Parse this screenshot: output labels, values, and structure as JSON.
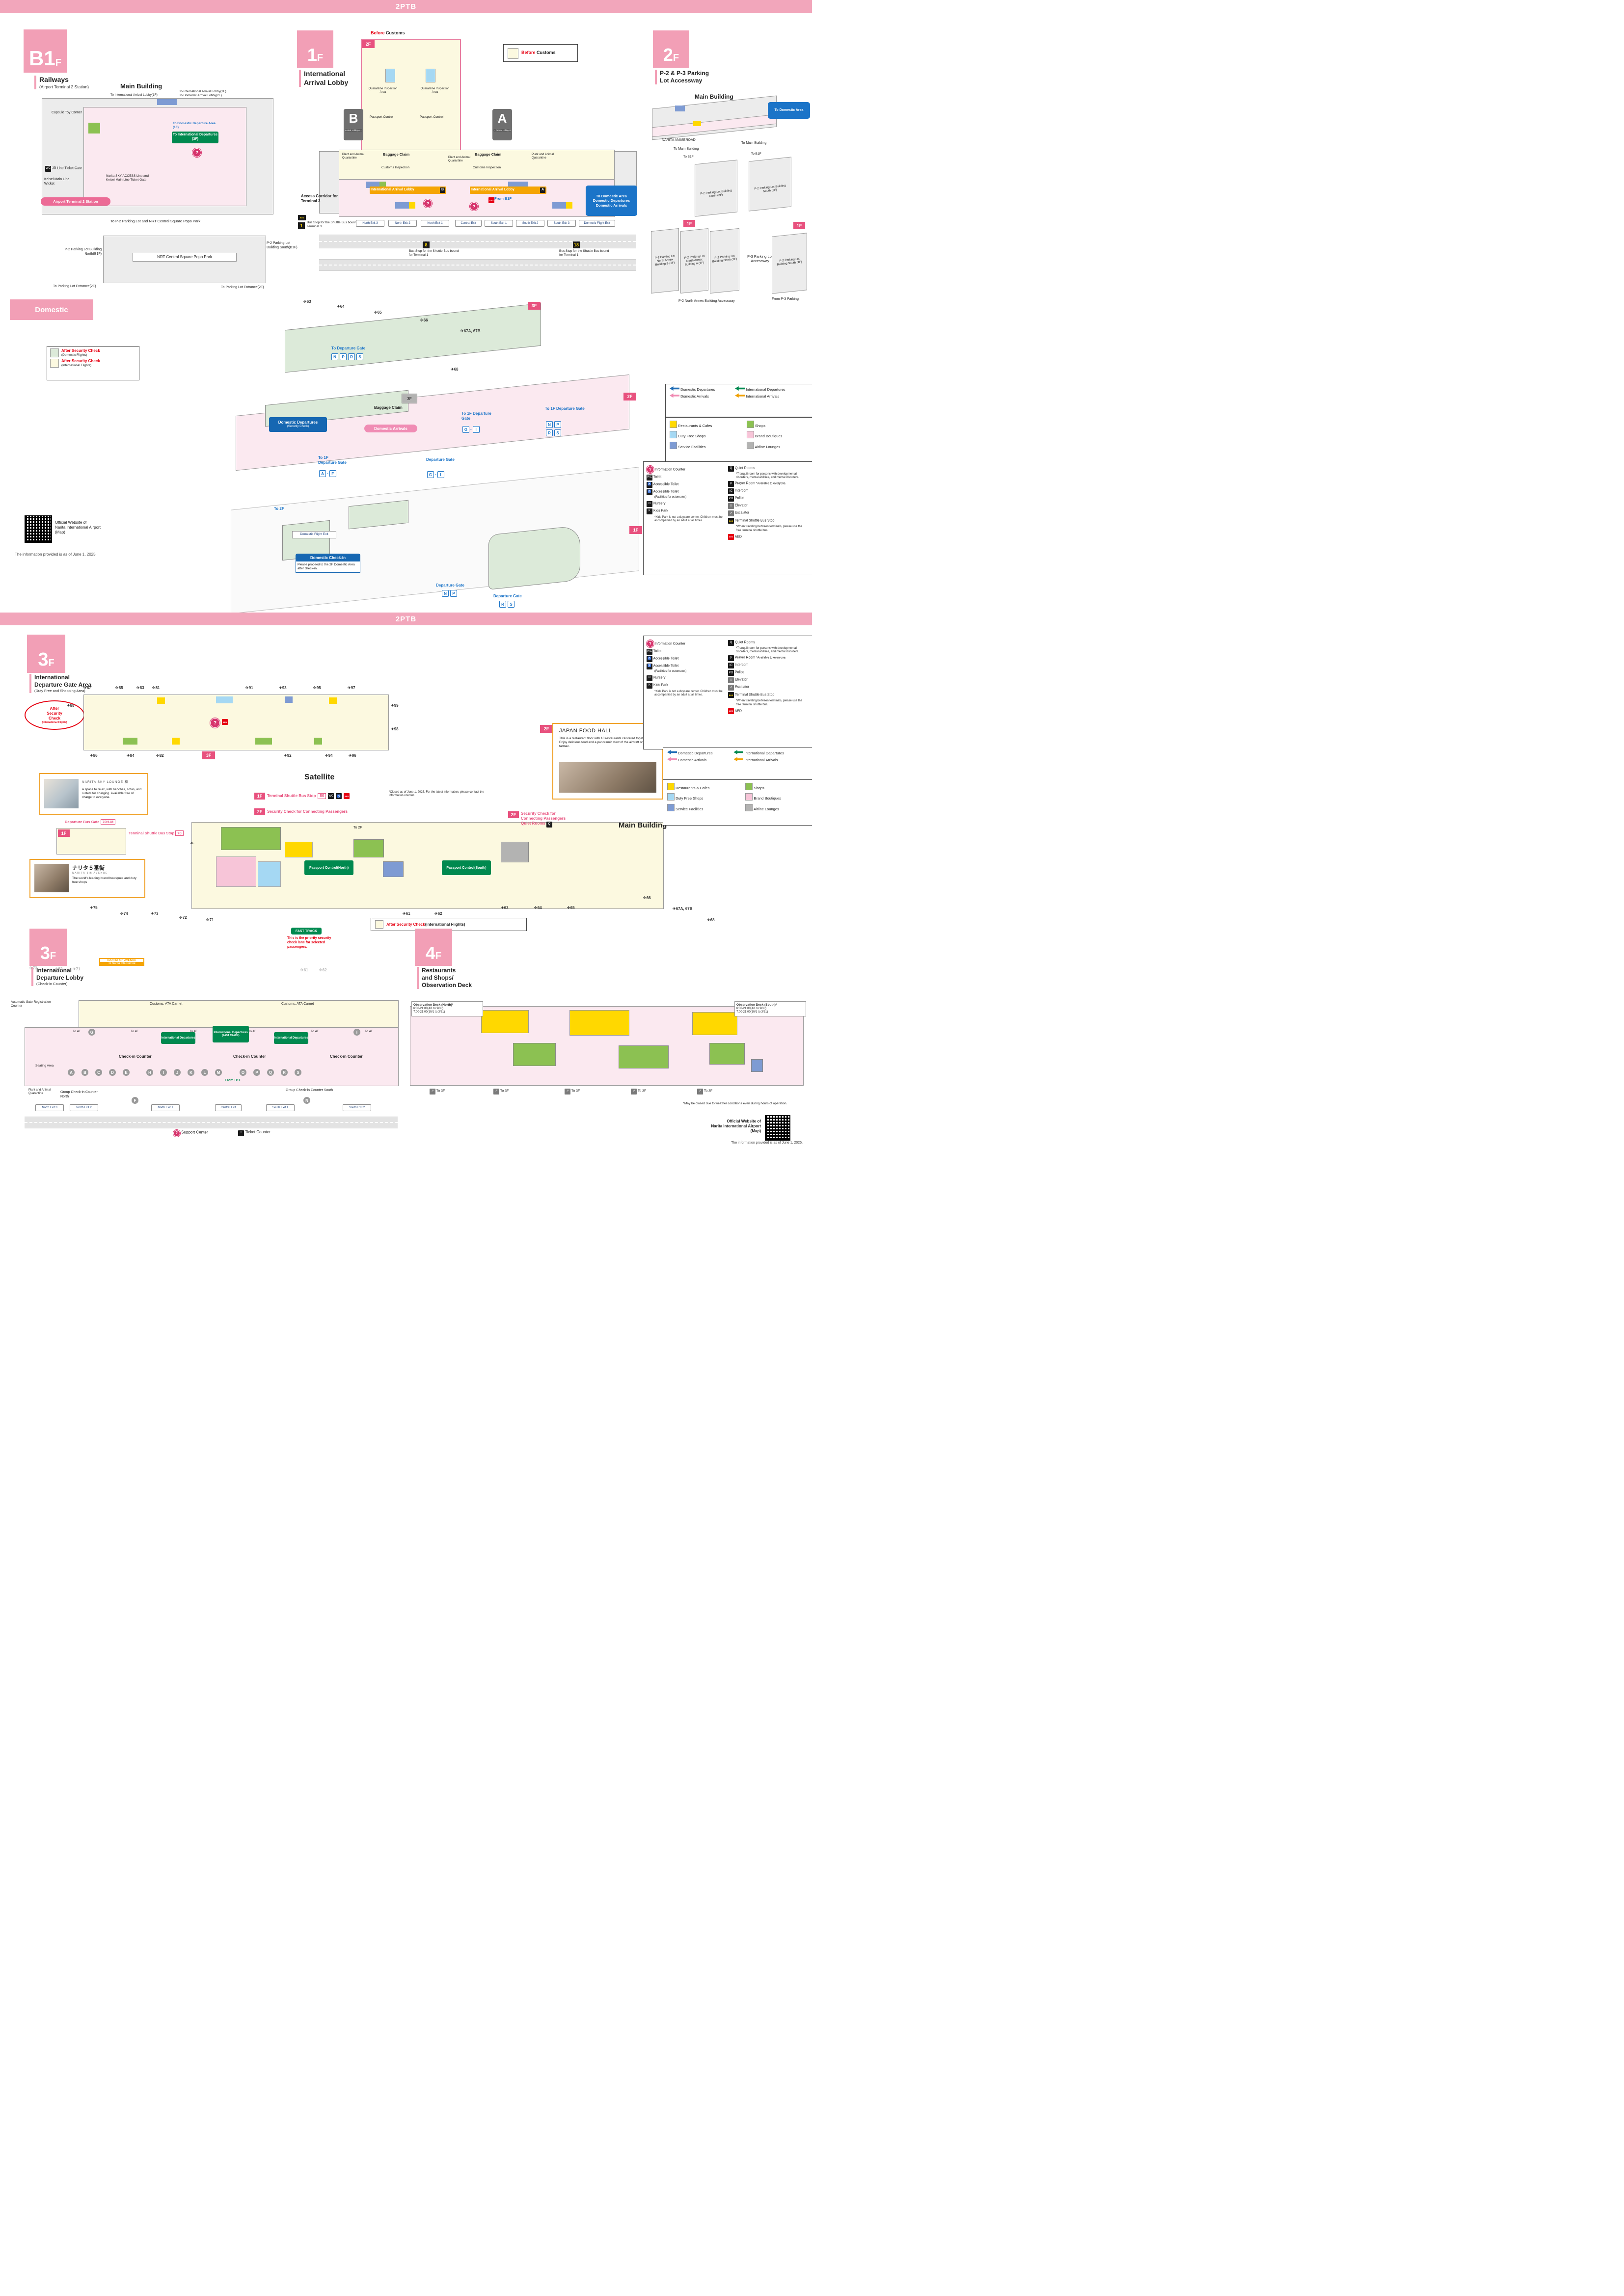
{
  "page": {
    "bar": "2PTB",
    "date_note": "The information provided is as of June 1, 2025.",
    "qr_caption_1": "Official Website of",
    "qr_caption_2": "Narita International Airport",
    "qr_caption_3": "(Map)"
  },
  "b1f": {
    "badge": "B1",
    "badge_f": "F",
    "title": "Railways",
    "subtitle": "(Airport Terminal 2 Station)",
    "main_building": "Main Building",
    "to_intl_arrival": "To International Arrival Lobby(1F)",
    "to_arrival_combo_1": "To International Arrival Lobby(1F)",
    "to_arrival_combo_2": "To Domestic Arrival Lobby(2F)",
    "capsule": "Capsule Toy Corner",
    "to_dom_dep": "To Domestic Departure Area  (1F)",
    "to_intl_dep": "To International Departures (3F)",
    "jr": "JR Line Ticket Gate",
    "keisei": "Keisei Main Line Wicket",
    "sky": "Narita SKY ACCESS Line and Keisei Main Line Ticket Gate",
    "station": "Airport Terminal 2 Station",
    "to_p2": "To P-2 Parking Lot and NRT Central Square Popo Park",
    "park": "NRT Central Square Popo Park",
    "p2_north": "P-2 Parking Lot Building North(B1F)",
    "p2_south": "P-2 Parking Lot Building South(B1F)",
    "entrance_l": "To Parking Lot Entrance(2F)",
    "entrance_r": "To Parking Lot Entrance(2F)"
  },
  "f1": {
    "badge": "1",
    "badge_f": "F",
    "title_1": "International",
    "title_2": "Arrival Lobby",
    "bc_red": "Before",
    "bc_black": " Customs",
    "inset_tag": "2F",
    "quarantine": "Quarantine Inspection Area",
    "passport": "Passport Control",
    "sign_b": "B",
    "sign_b_sub": "Arrival Lobby A→",
    "sign_a": "A",
    "sign_a_sub": "←Arrival Lobby B",
    "paq": "Plant and Animal Quarantine",
    "baggage": "Baggage Claim",
    "customs": "Customs Inspection",
    "lobby": "International Arrival Lobby",
    "tag_b": "B",
    "tag_a": "A",
    "from_b1f": "From B1F",
    "to_dom_1": "To Domestic Area",
    "to_dom_2": "Domestic Departures",
    "to_dom_3": "Domestic Arrivals",
    "access": "Access Corridor for Terminal 3",
    "bus1": "1",
    "bus1_label": "Bus Stop for the Shuttle Bus bound for Terminal 3",
    "bus8": "8",
    "bus18": "18",
    "bus_t1_label": "Bus Stop for the Shuttle Bus bound for Terminal 1",
    "exits": [
      "North Exit 3",
      "North Exit 2",
      "North Exit 1",
      "Central Exit",
      "South Exit 1",
      "South Exit 2",
      "South Exit 3",
      "Domestic Flight Exit"
    ]
  },
  "f2": {
    "badge": "2",
    "badge_f": "F",
    "title_1": "P-2 & P-3 Parking",
    "title_2": "Lot Accessway",
    "main_building": "Main Building",
    "to_domestic_area": "To Domestic Area",
    "animeroad": "NARITA ANIMEROAD",
    "to_main_l": "To Main Building",
    "to_main_r": "To Main Building",
    "to_b1f_l": "To B1F",
    "to_b1f_r": "To B1F",
    "p2_north_2f": "P-2 Parking Lot Building North (2F)",
    "p2_south_2f": "P-2 Parking Lot Building South (2F)",
    "tag_1f_l": "1F",
    "tag_1f_r": "1F",
    "annex_b": "P-2 Parking Lot North Annex Building B (1F)",
    "annex_a": "P-2 Parking Lot North Annex Building A (1F)",
    "p2_north_1f": "P-2 Parking Lot Building North (1F)",
    "annex_accessway": "P-2 North Annex Building Accessway",
    "p3_accessway": "P-3 Parking Lot Accessway",
    "p2_south_1f": "P-2 Parking Lot Building South (1F)",
    "from_p3": "From P-3 Parking"
  },
  "domestic": {
    "badge": "Domestic",
    "legend": [
      {
        "label_red": "After Security Check",
        "label_black": "(Domestic Flights)",
        "color": "#dcead9"
      },
      {
        "label_red": "After Security Check",
        "label_black": "(International Flights)",
        "color": "#fcf9e0"
      }
    ],
    "tag_3f": "3F",
    "tag_2f": "2F",
    "tag_1f": "1F",
    "box_3f": "3F",
    "gates": [
      "✈63",
      "✈64",
      "✈65",
      "✈66",
      "✈67A, 67B",
      "✈68"
    ],
    "to_dep_gate": "To Departure Gate",
    "nprs": [
      "N",
      "P",
      "R",
      "S"
    ],
    "gi": [
      "G",
      "I"
    ],
    "af": [
      "A",
      "F"
    ],
    "np": [
      "N",
      "P"
    ],
    "rs": [
      "R",
      "S"
    ],
    "baggage": "Baggage Claim",
    "dom_dep_1": "Domestic Departures",
    "dom_dep_2": "(Security Check)",
    "dom_arr": "Domestic Arrivals",
    "to_1f_gate": "To 1F Departure Gate",
    "to_1f": "To 1F",
    "dep_gate": "Departure Gate",
    "to_2f": "To 2F",
    "dom_flight_exit": "Domestic Flight Exit",
    "checkin_title": "Domestic Check-in",
    "checkin_body": "Please proceed to the 2F Domestic Area after check-in."
  },
  "legend_arrows": {
    "items": [
      {
        "color": "#1f6cb5",
        "label": "Domestic Departures"
      },
      {
        "color": "#00894f",
        "label": "International Departures"
      },
      {
        "color": "#f08cb4",
        "label": "Domestic Arrivals"
      },
      {
        "color": "#f0a000",
        "label": "International Arrivals"
      }
    ]
  },
  "legend_colors": {
    "items": [
      {
        "color": "#ffd800",
        "label": "Restaurants & Cafes"
      },
      {
        "color": "#8cc152",
        "label": "Shops"
      },
      {
        "color": "#a5d8f3",
        "label": "Duty Free Shops"
      },
      {
        "color": "#f7c5d8",
        "label": "Brand Boutiques"
      },
      {
        "color": "#7e9bd3",
        "label": "Service Facilities"
      },
      {
        "color": "#b3b3b2",
        "label": "Airline Lounges"
      }
    ]
  },
  "legend_fac": {
    "info": "Information Counter",
    "toilet": "Toilet",
    "acc": "Accessible Toilet",
    "acc2": "Accessible Toilet",
    "acc2_note": "(Facilities for ostomates)",
    "nursery": "Nursery",
    "kids": "Kids Park",
    "kids_note": "*Kids Park is not a daycare center. Children must be accompanied by an adult at all times.",
    "quiet": "Quiet Rooms",
    "quiet_note": "*Tranquil room for persons with developmental disorders, mental abilities, and mental disorders.",
    "prayer": "Prayer Room",
    "prayer_note": "*Available to everyone.",
    "intercom": "Intercom",
    "police": "Police",
    "elevator": "Elevator",
    "escalator": "Escalator",
    "shuttle": "Terminal Shuttle Bus Stop",
    "shuttle_note": "*When traveling between terminals, please use the free terminal shuttle bus.",
    "aed": "AED"
  },
  "f3gate": {
    "badge": "3",
    "badge_f": "F",
    "title_1": "International",
    "title_2": "Departure Gate Area",
    "title_3": "(Duty Free and Shopping Area)",
    "oval_1": "After",
    "oval_2": "Security",
    "oval_3": "Check",
    "oval_4": "(International Flights)",
    "satellite": "Satellite",
    "tag_3f": "3F",
    "tag_2f": "2F",
    "tag_2f_b": "2F",
    "tag_1f": "1F",
    "gates_top": [
      "✈87",
      "✈85",
      "✈83",
      "✈81",
      "✈91",
      "✈93",
      "✈95",
      "✈97"
    ],
    "gate_88": "✈88",
    "gate_99": "✈99",
    "gate_98": "✈98",
    "gates_bottom": [
      "✈86",
      "✈84",
      "✈82",
      "✈92",
      "✈94",
      "✈96"
    ],
    "lounge_name": "NARITA SKY LOUNGE 和",
    "lounge_body": "A space to relax, with benches, sofas, and outlets for charging. Available free of charge to everyone.",
    "dep_bus_gate": "Departure Bus Gate",
    "dep_bus_gate_no": "70H-M",
    "shuttle70": "Terminal Shuttle Bus Stop",
    "shuttle70_no": "70",
    "shuttle80_tag": "1F",
    "shuttle80": "Terminal Shuttle Bus Stop",
    "shuttle80_no": "80",
    "shuttle80_note": "*Closed as of June 1, 2025. For the latest information, please contact the information counter.",
    "sec2f_tag": "2F",
    "sec2f": "Security Check for Connecting Passengers",
    "foodhall_title": "JAPAN FOOD HALL",
    "foodhall_body": "This is a restaurant floor with 10 restaurants clustered together. Enjoy delicious food and a panoramic view of the aircraft on the tarmac.",
    "narita5_jp": "ナリタ５番街",
    "narita5_en": "NARITA 5th AVENUE",
    "narita5_body": "The world's leading brand boutiques and duty free shops",
    "sec2f2_tag": "2F",
    "sec2f2_1": "Security Check for",
    "sec2f2_2": "Connecting Passengers",
    "sec2f2_3": "Quiet Rooms",
    "to_2f": "To 2F",
    "label_4f": "4F",
    "main_building": "Main Building",
    "gates_left": [
      "✈75",
      "✈74",
      "✈73",
      "✈72",
      "✈71"
    ],
    "gates_main": [
      "✈61",
      "✈62",
      "✈63",
      "✈64",
      "✈65"
    ],
    "gates_right": [
      "✈66",
      "✈67A, 67B",
      "✈68"
    ],
    "passport_n": "Passport Control(North)",
    "passport_s": "Passport Control(South)",
    "legend_red": "After Security Check",
    "legend_black": "(International Flights)"
  },
  "f3lobby": {
    "badge": "3",
    "badge_f": "F",
    "title_1": "International",
    "title_2": "Departure Lobby",
    "title_3": "(Check-in Counter)",
    "faded_gates": [
      "✈73",
      "✈72",
      "✈71",
      "✈61",
      "✈62"
    ],
    "narita5_title": "NARITA 5th AVENUE",
    "narita5_sub": "To Narita 5th Avenue",
    "fast_track": "FAST TRACK",
    "fast_track_body": "This is the priority security check lane for selected passengers.",
    "auto_gate": "Automatic Gate Registration Counter",
    "customs_ata_1": "Customs, ATA Carnet",
    "customs_ata_2": "Customs, ATA Carnet",
    "to_4f": [
      "To 4F",
      "To 4F",
      "To 4F",
      "To 4F",
      "To 4F",
      "To 4F"
    ],
    "intl_dep_1": "International Departures",
    "intl_dep_2": "International Departures",
    "intl_dep_ft_1": "International Departures",
    "intl_dep_ft_2": "(FAST TRACK)",
    "checkin_1": "Check-in Counter",
    "checkin_2": "Check-in Counter",
    "checkin_3": "Check-in Counter",
    "counters_1": [
      "A",
      "B",
      "C",
      "D",
      "E"
    ],
    "counters_2": [
      "H",
      "I",
      "J",
      "K",
      "L",
      "M"
    ],
    "counters_3": [
      "O",
      "P",
      "Q",
      "R",
      "S"
    ],
    "counter_g": "G",
    "counter_t": "T",
    "counter_f": "F",
    "counter_n": "N",
    "seating": "Seating Area",
    "paq": "Plant and Animal Quarantine",
    "group_north": "Group Check-in Counter North",
    "group_south": "Group Check-in Counter South",
    "from_b1f": "From B1F",
    "exits": [
      "North Exit 3",
      "North Exit 2",
      "North Exit 1",
      "Central Exit",
      "South Exit 1",
      "South Exit 2"
    ],
    "support": "Support Center",
    "ticket": "Ticket Counter"
  },
  "f4": {
    "badge": "4",
    "badge_f": "F",
    "title_1": "Restaurants",
    "title_2": "and Shops/",
    "title_3": "Observation Deck",
    "deck_n": "Observation Deck (North)*",
    "deck_n_h1": "6:30-21:00(4/1 to 9/30)",
    "deck_n_h2": "7:00-21:00(10/1 to 3/31)",
    "deck_s": "Observation Deck (South)*",
    "deck_s_h1": "6:30-21:00(4/1 to 9/30)",
    "deck_s_h2": "7:00-21:00(10/1 to 3/31)",
    "to_3f": [
      "To 3F",
      "To 3F",
      "To 3F",
      "To 3F",
      "To 3F"
    ],
    "weather_note": "*May be closed due to weather conditions even during hours of operation."
  }
}
